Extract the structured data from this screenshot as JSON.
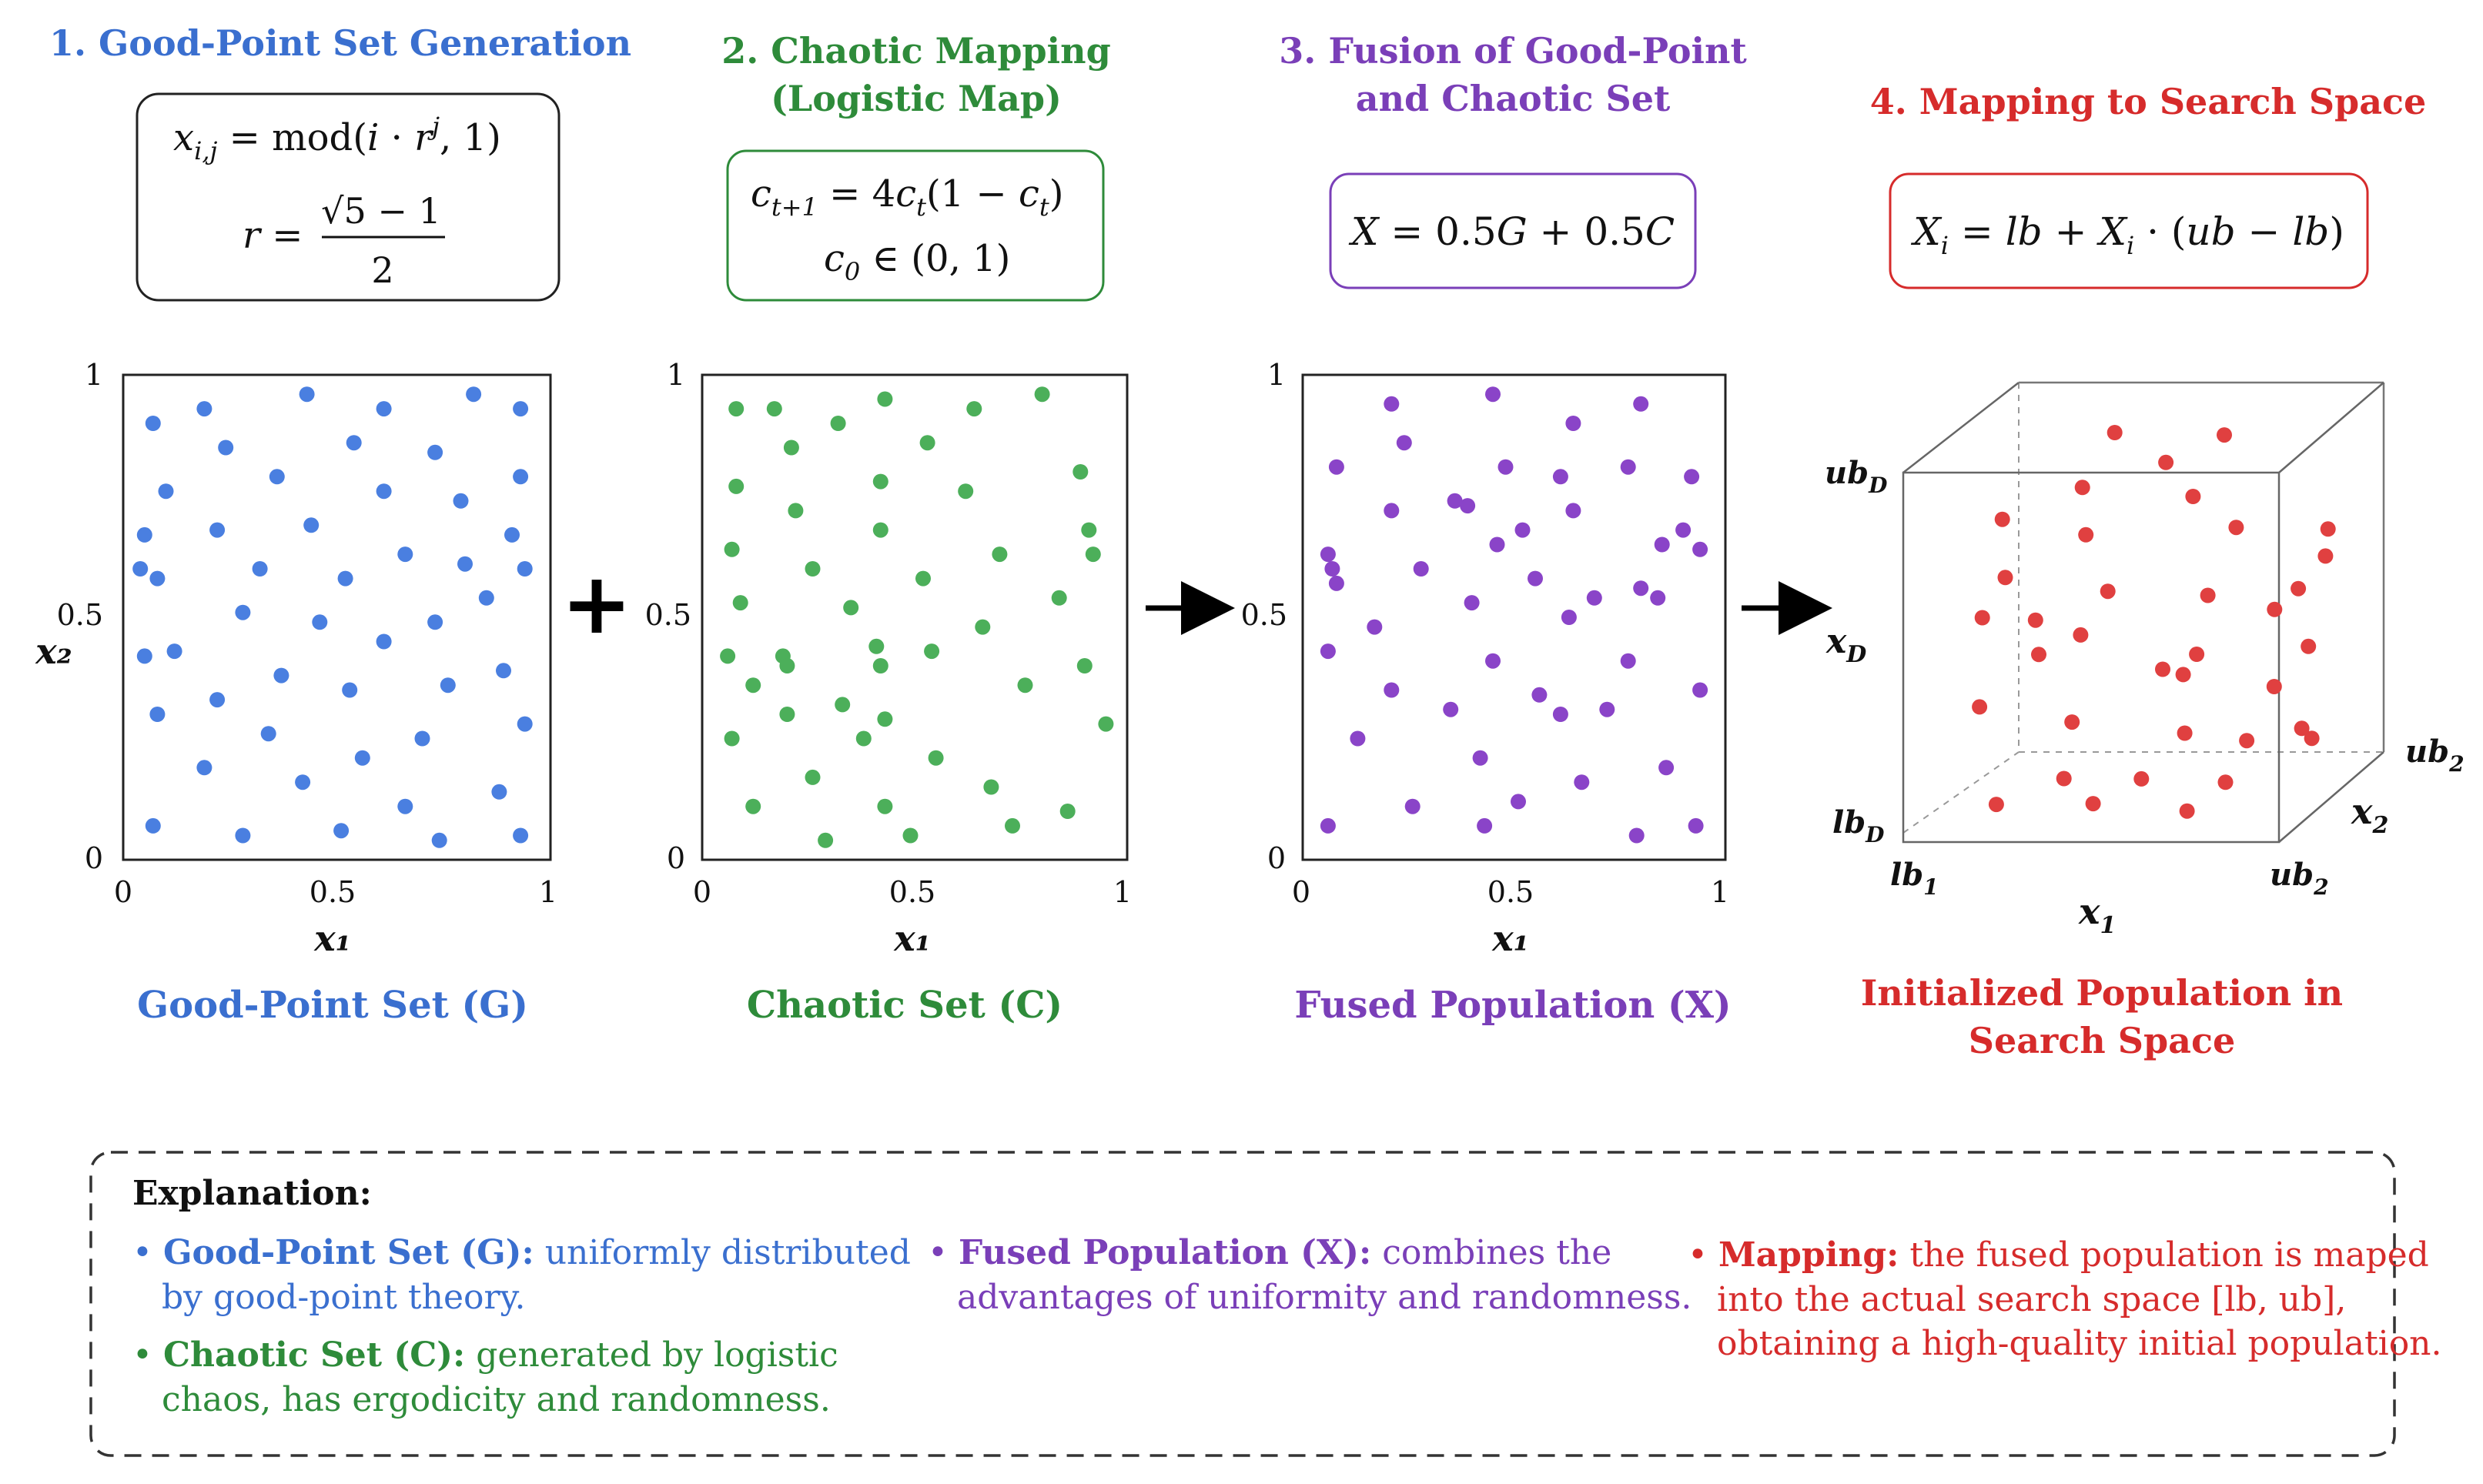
{
  "colors": {
    "blue": "#3a6fcf",
    "green": "#2e8b3a",
    "purple": "#7a3fb8",
    "red": "#d62b2b",
    "dot_blue": "#4a7fe0",
    "dot_green": "#4caf5a",
    "dot_purple": "#8a44c8",
    "dot_red": "#e04040"
  },
  "steps": [
    {
      "title_lines": [
        "1. Good-Point Set Generation"
      ],
      "formula": [
        "x_{i,j} = mod(i · r^j, 1)",
        "r = (√5 − 1) / 2"
      ],
      "caption": "Good-Point Set (G)"
    },
    {
      "title_lines": [
        "2. Chaotic Mapping",
        "(Logistic Map)"
      ],
      "formula": [
        "c_{t+1} = 4c_t(1 − c_t)",
        "c_0 ∈ (0,1)"
      ],
      "caption": "Chaotic Set (C)"
    },
    {
      "title_lines": [
        "3. Fusion of Good-Point",
        "and Chaotic Set"
      ],
      "formula": [
        "X = 0.5G + 0.5C"
      ],
      "caption": "Fused Population (X)"
    },
    {
      "title_lines": [
        "4. Mapping to Search Space"
      ],
      "formula": [
        "X_i = lb + X_i · (ub − lb)"
      ],
      "caption_lines": [
        "Initialized Population in",
        "Search Space"
      ]
    }
  ],
  "operators": {
    "plus": "+",
    "arrow": "→"
  },
  "axes": {
    "x_label": "x₁",
    "y_label": "x₂",
    "ticks": [
      "0",
      "0.5",
      "1"
    ],
    "cube": {
      "ubD": "ub_D",
      "xD": "x_D",
      "lbD": "lb_D",
      "lb1": "lb_1",
      "ub2a": "ub_2",
      "x1": "x_1",
      "x2": "x_2",
      "ub2b": "ub_2"
    }
  },
  "chart_data": [
    {
      "type": "scatter",
      "name_shown": "Good-Point Set (G)",
      "xlim": [
        0,
        1
      ],
      "ylim": [
        0,
        1
      ],
      "points": [
        [
          0.07,
          0.9
        ],
        [
          0.19,
          0.93
        ],
        [
          0.43,
          0.96
        ],
        [
          0.61,
          0.93
        ],
        [
          0.82,
          0.96
        ],
        [
          0.93,
          0.93
        ],
        [
          0.1,
          0.76
        ],
        [
          0.24,
          0.85
        ],
        [
          0.36,
          0.79
        ],
        [
          0.54,
          0.86
        ],
        [
          0.73,
          0.84
        ],
        [
          0.93,
          0.79
        ],
        [
          0.05,
          0.67
        ],
        [
          0.22,
          0.68
        ],
        [
          0.44,
          0.69
        ],
        [
          0.61,
          0.76
        ],
        [
          0.79,
          0.74
        ],
        [
          0.91,
          0.67
        ],
        [
          0.04,
          0.6
        ],
        [
          0.08,
          0.58
        ],
        [
          0.32,
          0.6
        ],
        [
          0.52,
          0.58
        ],
        [
          0.66,
          0.63
        ],
        [
          0.8,
          0.61
        ],
        [
          0.94,
          0.6
        ],
        [
          0.28,
          0.51
        ],
        [
          0.46,
          0.49
        ],
        [
          0.61,
          0.45
        ],
        [
          0.73,
          0.49
        ],
        [
          0.85,
          0.54
        ],
        [
          0.05,
          0.42
        ],
        [
          0.12,
          0.43
        ],
        [
          0.37,
          0.38
        ],
        [
          0.53,
          0.35
        ],
        [
          0.76,
          0.36
        ],
        [
          0.89,
          0.39
        ],
        [
          0.08,
          0.3
        ],
        [
          0.22,
          0.33
        ],
        [
          0.34,
          0.26
        ],
        [
          0.56,
          0.21
        ],
        [
          0.7,
          0.25
        ],
        [
          0.94,
          0.28
        ],
        [
          0.19,
          0.19
        ],
        [
          0.42,
          0.16
        ],
        [
          0.66,
          0.11
        ],
        [
          0.88,
          0.14
        ],
        [
          0.07,
          0.07
        ],
        [
          0.28,
          0.05
        ],
        [
          0.51,
          0.06
        ],
        [
          0.74,
          0.04
        ],
        [
          0.93,
          0.05
        ]
      ]
    },
    {
      "type": "scatter",
      "name_shown": "Chaotic Set (C)",
      "xlim": [
        0,
        1
      ],
      "ylim": [
        0,
        1
      ],
      "points": [
        [
          0.08,
          0.93
        ],
        [
          0.17,
          0.93
        ],
        [
          0.32,
          0.9
        ],
        [
          0.43,
          0.95
        ],
        [
          0.64,
          0.93
        ],
        [
          0.8,
          0.96
        ],
        [
          0.21,
          0.85
        ],
        [
          0.53,
          0.86
        ],
        [
          0.08,
          0.77
        ],
        [
          0.22,
          0.72
        ],
        [
          0.42,
          0.78
        ],
        [
          0.62,
          0.76
        ],
        [
          0.89,
          0.8
        ],
        [
          0.07,
          0.64
        ],
        [
          0.26,
          0.6
        ],
        [
          0.42,
          0.68
        ],
        [
          0.7,
          0.63
        ],
        [
          0.91,
          0.68
        ],
        [
          0.92,
          0.63
        ],
        [
          0.09,
          0.53
        ],
        [
          0.35,
          0.52
        ],
        [
          0.52,
          0.58
        ],
        [
          0.84,
          0.54
        ],
        [
          0.06,
          0.42
        ],
        [
          0.19,
          0.42
        ],
        [
          0.2,
          0.4
        ],
        [
          0.41,
          0.44
        ],
        [
          0.66,
          0.48
        ],
        [
          0.12,
          0.36
        ],
        [
          0.42,
          0.4
        ],
        [
          0.54,
          0.43
        ],
        [
          0.9,
          0.4
        ],
        [
          0.2,
          0.3
        ],
        [
          0.33,
          0.32
        ],
        [
          0.43,
          0.29
        ],
        [
          0.76,
          0.36
        ],
        [
          0.07,
          0.25
        ],
        [
          0.38,
          0.25
        ],
        [
          0.55,
          0.21
        ],
        [
          0.95,
          0.28
        ],
        [
          0.26,
          0.17
        ],
        [
          0.68,
          0.15
        ],
        [
          0.12,
          0.11
        ],
        [
          0.43,
          0.11
        ],
        [
          0.86,
          0.1
        ],
        [
          0.29,
          0.04
        ],
        [
          0.49,
          0.05
        ],
        [
          0.73,
          0.07
        ]
      ]
    },
    {
      "type": "scatter",
      "name_shown": "Fused Population (X)",
      "xlim": [
        0,
        1
      ],
      "ylim": [
        0,
        1
      ],
      "points": [
        [
          0.21,
          0.94
        ],
        [
          0.45,
          0.96
        ],
        [
          0.64,
          0.9
        ],
        [
          0.8,
          0.94
        ],
        [
          0.08,
          0.81
        ],
        [
          0.24,
          0.86
        ],
        [
          0.36,
          0.74
        ],
        [
          0.48,
          0.81
        ],
        [
          0.61,
          0.79
        ],
        [
          0.77,
          0.81
        ],
        [
          0.92,
          0.79
        ],
        [
          0.21,
          0.72
        ],
        [
          0.39,
          0.73
        ],
        [
          0.52,
          0.68
        ],
        [
          0.64,
          0.72
        ],
        [
          0.9,
          0.68
        ],
        [
          0.06,
          0.63
        ],
        [
          0.07,
          0.6
        ],
        [
          0.28,
          0.6
        ],
        [
          0.46,
          0.65
        ],
        [
          0.85,
          0.65
        ],
        [
          0.94,
          0.64
        ],
        [
          0.08,
          0.57
        ],
        [
          0.55,
          0.58
        ],
        [
          0.8,
          0.56
        ],
        [
          0.69,
          0.54
        ],
        [
          0.84,
          0.54
        ],
        [
          0.17,
          0.48
        ],
        [
          0.4,
          0.53
        ],
        [
          0.63,
          0.5
        ],
        [
          0.06,
          0.43
        ],
        [
          0.45,
          0.41
        ],
        [
          0.77,
          0.41
        ],
        [
          0.21,
          0.35
        ],
        [
          0.35,
          0.31
        ],
        [
          0.56,
          0.34
        ],
        [
          0.72,
          0.31
        ],
        [
          0.94,
          0.35
        ],
        [
          0.13,
          0.25
        ],
        [
          0.61,
          0.3
        ],
        [
          0.42,
          0.21
        ],
        [
          0.66,
          0.16
        ],
        [
          0.86,
          0.19
        ],
        [
          0.26,
          0.11
        ],
        [
          0.51,
          0.12
        ],
        [
          0.06,
          0.07
        ],
        [
          0.43,
          0.07
        ],
        [
          0.79,
          0.05
        ],
        [
          0.93,
          0.07
        ]
      ]
    },
    {
      "type": "scatter",
      "name_shown": "Initialized Population in Search Space",
      "points_3d": [
        [
          0.3,
          0.9,
          0.95
        ],
        [
          0.6,
          0.9,
          0.92
        ],
        [
          0.45,
          0.83,
          0.9
        ],
        [
          0.25,
          0.78,
          0.82
        ],
        [
          0.55,
          0.76,
          0.8
        ],
        [
          0.07,
          0.72,
          0.7
        ],
        [
          0.32,
          0.7,
          0.6
        ],
        [
          0.72,
          0.72,
          0.6
        ],
        [
          0.97,
          0.72,
          0.58
        ],
        [
          0.98,
          0.66,
          0.52
        ],
        [
          0.1,
          0.58,
          0.62
        ],
        [
          0.42,
          0.58,
          0.45
        ],
        [
          0.7,
          0.58,
          0.4
        ],
        [
          0.88,
          0.55,
          0.62
        ],
        [
          0.85,
          0.52,
          0.5
        ],
        [
          0.05,
          0.48,
          0.58
        ],
        [
          0.2,
          0.48,
          0.55
        ],
        [
          0.32,
          0.44,
          0.55
        ],
        [
          0.72,
          0.46,
          0.22
        ],
        [
          0.94,
          0.42,
          0.5
        ],
        [
          0.25,
          0.42,
          0.4
        ],
        [
          0.58,
          0.38,
          0.4
        ],
        [
          0.64,
          0.37,
          0.38
        ],
        [
          0.86,
          0.32,
          0.46
        ],
        [
          0.12,
          0.3,
          0.3
        ],
        [
          0.38,
          0.27,
          0.25
        ],
        [
          0.68,
          0.24,
          0.25
        ],
        [
          0.95,
          0.22,
          0.4
        ],
        [
          0.82,
          0.2,
          0.34
        ],
        [
          0.96,
          0.18,
          0.46
        ],
        [
          0.4,
          0.15,
          0.1
        ],
        [
          0.62,
          0.16,
          0.05
        ],
        [
          0.83,
          0.14,
          0.1
        ],
        [
          0.22,
          0.08,
          0.1
        ],
        [
          0.45,
          0.06,
          0.2
        ],
        [
          0.7,
          0.04,
          0.2
        ]
      ]
    }
  ],
  "explanation": {
    "title": "Explanation:",
    "items": [
      {
        "bold": "Good-Point Set (G):",
        "lines": [
          " uniformly distributed",
          "by good-point theory."
        ]
      },
      {
        "bold": "Chaotic Set (C):",
        "lines": [
          " generated by logistic",
          "chaos, has ergodicity and randomness."
        ]
      },
      {
        "bold": "Fused Population (X):",
        "lines": [
          " combines the",
          "advantages of uniformity and randomness."
        ]
      },
      {
        "bold": "Mapping:",
        "lines": [
          " the fused population is maped",
          "into the actual search space [lb, ub],",
          "obtaining a high-quality initial population."
        ]
      }
    ]
  }
}
